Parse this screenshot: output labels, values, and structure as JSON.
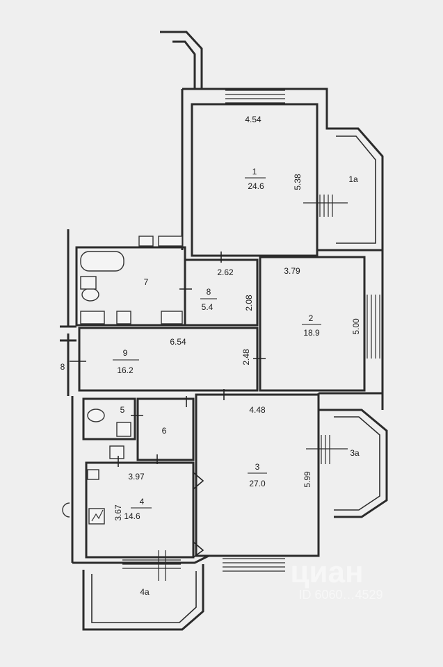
{
  "rooms": [
    {
      "id": "1",
      "number": "1",
      "area": "24.6"
    },
    {
      "id": "1a",
      "number": "1а"
    },
    {
      "id": "2",
      "number": "2",
      "area": "18.9"
    },
    {
      "id": "3",
      "number": "3",
      "area": "27.0"
    },
    {
      "id": "3a",
      "number": "3а"
    },
    {
      "id": "4",
      "number": "4",
      "area": "14.6"
    },
    {
      "id": "4a",
      "number": "4а"
    },
    {
      "id": "5",
      "number": "5"
    },
    {
      "id": "6",
      "number": "6"
    },
    {
      "id": "7",
      "number": "7"
    },
    {
      "id": "8",
      "number": "8",
      "area": "5.4"
    },
    {
      "id": "9",
      "number": "9",
      "area": "16.2"
    }
  ],
  "dimensions": {
    "room1_width": "4.54",
    "room1_depth": "5.38",
    "room8_width": "2.62",
    "room8_depth": "2.08",
    "room2_width": "3.79",
    "room2_depth": "5.00",
    "room9_width": "6.54",
    "room9_depth": "2.48",
    "room3_width": "4.48",
    "room3_depth": "5.99",
    "room4_width": "3.97",
    "room4_depth": "3.67"
  },
  "side_label": "8",
  "watermark": {
    "brand": "циан",
    "id_text": "ID 6060…4529"
  }
}
